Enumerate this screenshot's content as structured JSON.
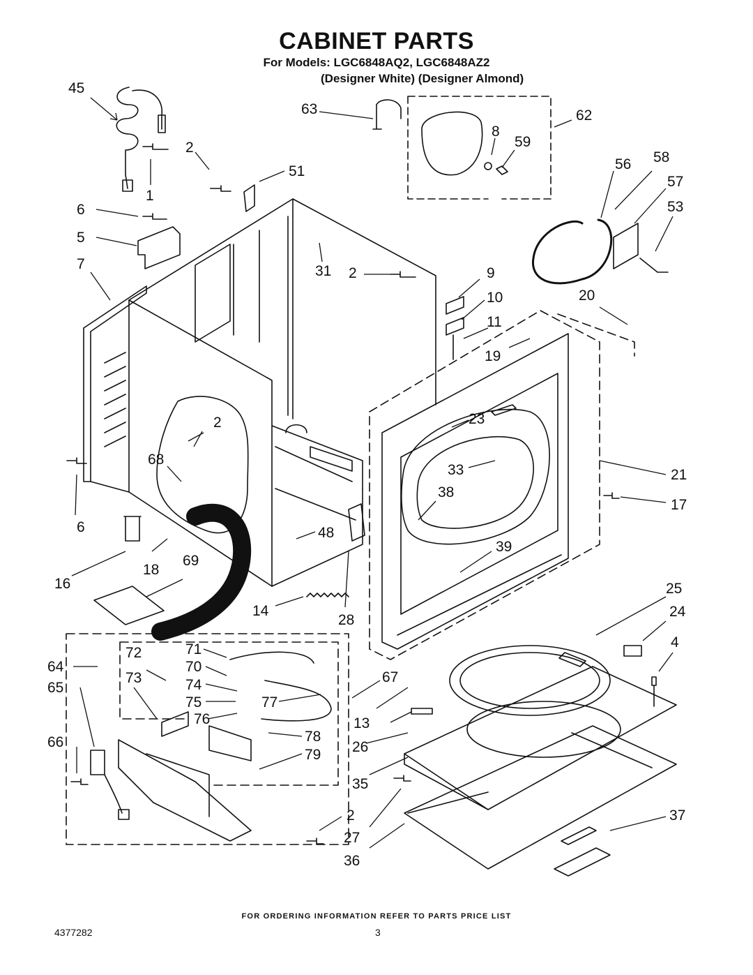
{
  "title": "CABINET PARTS",
  "models_line": "For Models: LGC6848AQ2, LGC6848AZ2",
  "variants_line": "(Designer White) (Designer Almond)",
  "ordering_note": "FOR ORDERING INFORMATION REFER TO PARTS PRICE LIST",
  "document_number": "4377282",
  "page_number": "3",
  "callouts": [
    "45",
    "2",
    "51",
    "1",
    "6",
    "5",
    "7",
    "63",
    "8",
    "59",
    "62",
    "56",
    "58",
    "57",
    "53",
    "31",
    "2",
    "9",
    "10",
    "11",
    "20",
    "19",
    "23",
    "21",
    "33",
    "17",
    "38",
    "2",
    "68",
    "6",
    "48",
    "39",
    "16",
    "18",
    "69",
    "14",
    "28",
    "25",
    "24",
    "4",
    "71",
    "72",
    "70",
    "64",
    "73",
    "74",
    "65",
    "75",
    "77",
    "67",
    "76",
    "13",
    "66",
    "78",
    "26",
    "79",
    "35",
    "2",
    "27",
    "37",
    "36"
  ]
}
